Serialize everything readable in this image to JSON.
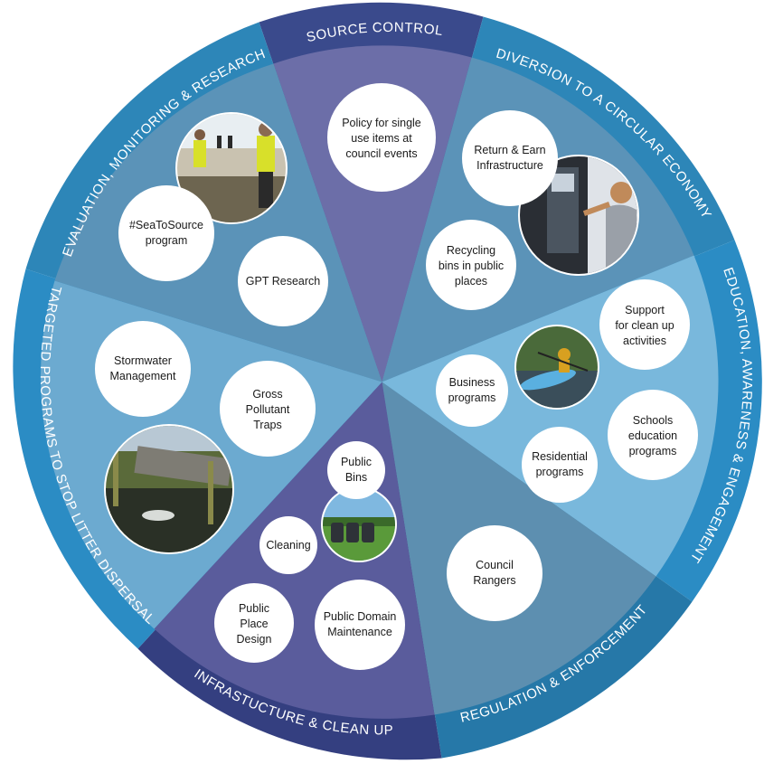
{
  "colors": {
    "ring_source": "#3a4a8c",
    "ring_default": "#2b7fb0",
    "ring_regulation": "#2b7fb0",
    "wedge_source": "#6e70a8",
    "wedge_diversion": "#5e95b8",
    "wedge_education": "#76b5d9",
    "wedge_regulation": "#5c8fb0",
    "wedge_infrastructure": "#5a5c9e",
    "wedge_targeted": "#6aa9cf",
    "wedge_evaluation": "#5e95b8",
    "bubble": "#ffffff",
    "text_dark": "#1a1a1a"
  },
  "ring_labels": [
    "SOURCE CONTROL",
    "DIVERSION TO A CIRCULAR ECONOMY",
    "EDUCATION, AWARENESS & ENGAGEMENT",
    "REGULATION & ENFORCEMENT",
    "INFRASTUCTURE & CLEAN UP",
    "TARGETED PROGRAMS TO STOP LITTER DISPERSAL",
    "EVALUATION, MONITORING & RESEARCH"
  ],
  "bubbles": {
    "policy": [
      "Policy for single",
      "use items at",
      "council events"
    ],
    "return_earn": [
      "Return & Earn",
      "Infrastructure"
    ],
    "recycling_bins": [
      "Recycling",
      "bins in public",
      "places"
    ],
    "support_cleanup": [
      "Support",
      "for clean up",
      "activities"
    ],
    "business": [
      "Business",
      "programs"
    ],
    "schools": [
      "Schools",
      "education",
      "programs"
    ],
    "residential": [
      "Residential",
      "programs"
    ],
    "council_rangers": [
      "Council",
      "Rangers"
    ],
    "public_bins": [
      "Public",
      "Bins"
    ],
    "cleaning": [
      "Cleaning"
    ],
    "public_place_design": [
      "Public",
      "Place",
      "Design"
    ],
    "public_domain": [
      "Public Domain",
      "Maintenance"
    ],
    "stormwater": [
      "Stormwater",
      "Management"
    ],
    "gpt": [
      "Gross",
      "Pollutant",
      "Traps"
    ],
    "seatosource": [
      "#SeaToSource",
      "program"
    ],
    "gpt_research": [
      "GPT Research"
    ]
  },
  "photos": {
    "volunteers": "photo of volunteers in hi-vis vests collecting litter",
    "return_earn": "photo of woman at a Return & Earn machine",
    "kayak": "photo of kayakers collecting litter",
    "public_bins": "photo of public bins in a park",
    "gpt": "photo of a gross pollutant trap in a waterway"
  }
}
